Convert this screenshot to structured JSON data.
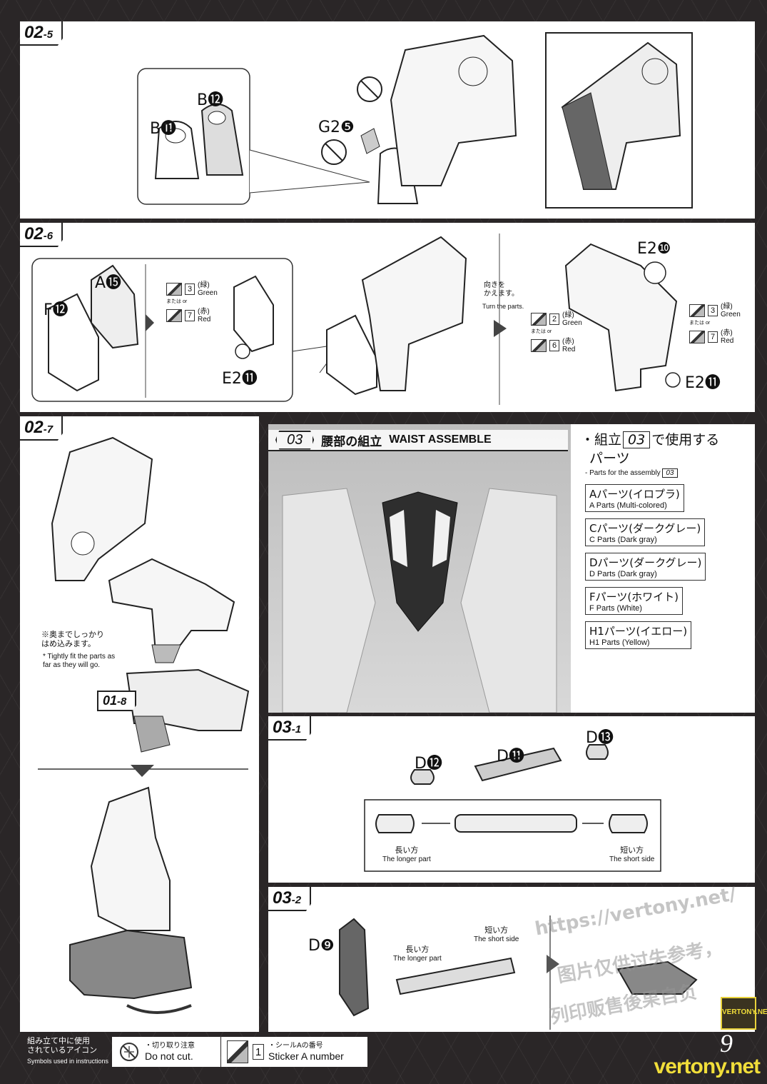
{
  "steps": {
    "s02_5": {
      "tab": "02",
      "sub": "-5",
      "labels": {
        "b11": "B⓫",
        "b12": "B⓬",
        "g25": "G2❺"
      }
    },
    "s02_6": {
      "tab": "02",
      "sub": "-6",
      "labels": {
        "f12": "F⓬",
        "a15": "A⓯",
        "e211a": "E2⓫",
        "e210": "E2❿",
        "e211b": "E2⓫"
      },
      "turn_jp": "向きを\nかえます。",
      "turn_en": "Turn the parts.",
      "stickers_a": [
        {
          "num": "3",
          "jp": "(緑)",
          "en": "Green"
        },
        {
          "num": "7",
          "jp": "(赤)",
          "en": "Red"
        }
      ],
      "stickers_b": [
        {
          "num": "2",
          "jp": "(緑)",
          "en": "Green"
        },
        {
          "num": "6",
          "jp": "(赤)",
          "en": "Red"
        }
      ],
      "stickers_c": [
        {
          "num": "3",
          "jp": "(緑)",
          "en": "Green"
        },
        {
          "num": "7",
          "jp": "(赤)",
          "en": "Red"
        }
      ],
      "or": "または or"
    },
    "s02_7": {
      "tab": "02",
      "sub": "-7",
      "note_jp": "※奥までしっかり\nはめ込みます。",
      "note_en": "* Tightly fit the parts as\nfar as they will go.",
      "ref_tab": "01",
      "ref_sub": "-8"
    },
    "s03": {
      "num": "03",
      "title_jp": "腰部の組立",
      "title_en": "WAIST ASSEMBLE"
    },
    "parts": {
      "head_jp": "・組立",
      "head_num": "03",
      "head_jp2": "で使用する",
      "head_jp3": "パーツ",
      "sub_en": "- Parts for the assembly",
      "sub_num": "03",
      "items": [
        {
          "jp": "Aパーツ(イロプラ)",
          "en": "A Parts (Multi-colored)"
        },
        {
          "jp": "Cパーツ(ダークグレー)",
          "en": "C Parts (Dark gray)"
        },
        {
          "jp": "Dパーツ(ダークグレー)",
          "en": "D Parts (Dark gray)"
        },
        {
          "jp": "Fパーツ(ホワイト)",
          "en": "F Parts (White)"
        },
        {
          "jp": "H1パーツ(イエロー)",
          "en": "H1 Parts (Yellow)"
        }
      ]
    },
    "s03_1": {
      "tab": "03",
      "sub": "-1",
      "labels": {
        "d12": "D⓬",
        "d11": "D⓫",
        "d13": "D⓭"
      },
      "long_jp": "長い方",
      "long_en": "The longer part",
      "short_jp": "短い方",
      "short_en": "The short side"
    },
    "s03_2": {
      "tab": "03",
      "sub": "-2",
      "labels": {
        "d9": "D❾"
      },
      "long_jp": "長い方",
      "long_en": "The longer part",
      "short_jp": "短い方",
      "short_en": "The short side"
    }
  },
  "footer": {
    "legend_jp": "組み立て中に使用\nされているアイコン",
    "legend_en": "Symbols used in instructions",
    "cut_jp": "・切り取り注意",
    "cut_en": "Do not cut.",
    "sticker_num": "1",
    "sticker_jp": "・シールAの番号",
    "sticker_en": "Sticker A number",
    "page": "9",
    "site": "vertony.net",
    "badge": "VERTONY.NET"
  },
  "watermark": {
    "url": "https://vertony.net/",
    "line1": "图片仅供过失参考，",
    "line2": "列印贩售後果自负"
  }
}
